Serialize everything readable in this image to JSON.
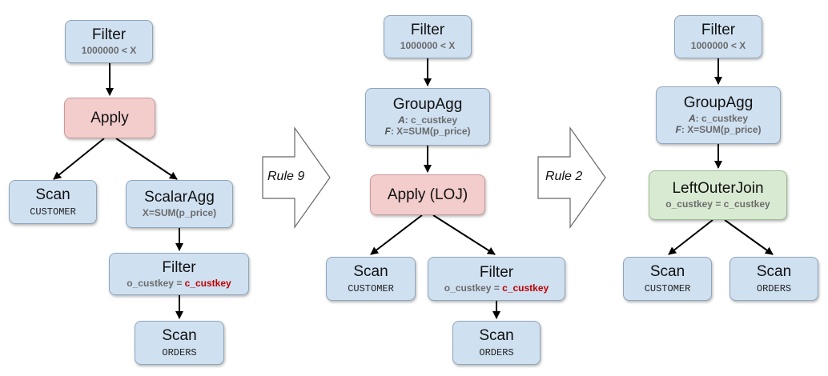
{
  "diagram1": {
    "filter": {
      "title": "Filter",
      "sub": "1000000 < X"
    },
    "apply": {
      "title": "Apply"
    },
    "scan_customer": {
      "title": "Scan",
      "sub": "CUSTOMER"
    },
    "scalaragg": {
      "title": "ScalarAgg",
      "sub": "X=SUM(p_price)"
    },
    "filter2": {
      "title": "Filter",
      "sub_left": "o_custkey = ",
      "sub_right": "c_custkey"
    },
    "scan_orders": {
      "title": "Scan",
      "sub": "ORDERS"
    }
  },
  "rule9": {
    "label": "Rule 9"
  },
  "diagram2": {
    "filter": {
      "title": "Filter",
      "sub": "1000000 < X"
    },
    "groupagg": {
      "title": "GroupAgg",
      "a_key": "A",
      "a_val": ": c_custkey",
      "f_key": "F",
      "f_val": ": X=SUM(p_price)"
    },
    "apply_loj": {
      "title": "Apply (LOJ)"
    },
    "scan_customer": {
      "title": "Scan",
      "sub": "CUSTOMER"
    },
    "filter2": {
      "title": "Filter",
      "sub_left": "o_custkey = ",
      "sub_right": "c_custkey"
    },
    "scan_orders": {
      "title": "Scan",
      "sub": "ORDERS"
    }
  },
  "rule2": {
    "label": "Rule 2"
  },
  "diagram3": {
    "filter": {
      "title": "Filter",
      "sub": "1000000 < X"
    },
    "groupagg": {
      "title": "GroupAgg",
      "a_key": "A",
      "a_val": ": c_custkey",
      "f_key": "F",
      "f_val": ": X=SUM(p_price)"
    },
    "leftouterjoin": {
      "title": "LeftOuterJoin",
      "sub": "o_custkey = c_custkey"
    },
    "scan_customer": {
      "title": "Scan",
      "sub": "CUSTOMER"
    },
    "scan_orders": {
      "title": "Scan",
      "sub": "ORDERS"
    }
  },
  "colors": {
    "node_fill": "#cfe0f1",
    "apply_fill": "#f3cccc",
    "join_fill": "#d9ead3",
    "highlight_text": "#c00000",
    "sub_text": "#6b6b6b"
  }
}
